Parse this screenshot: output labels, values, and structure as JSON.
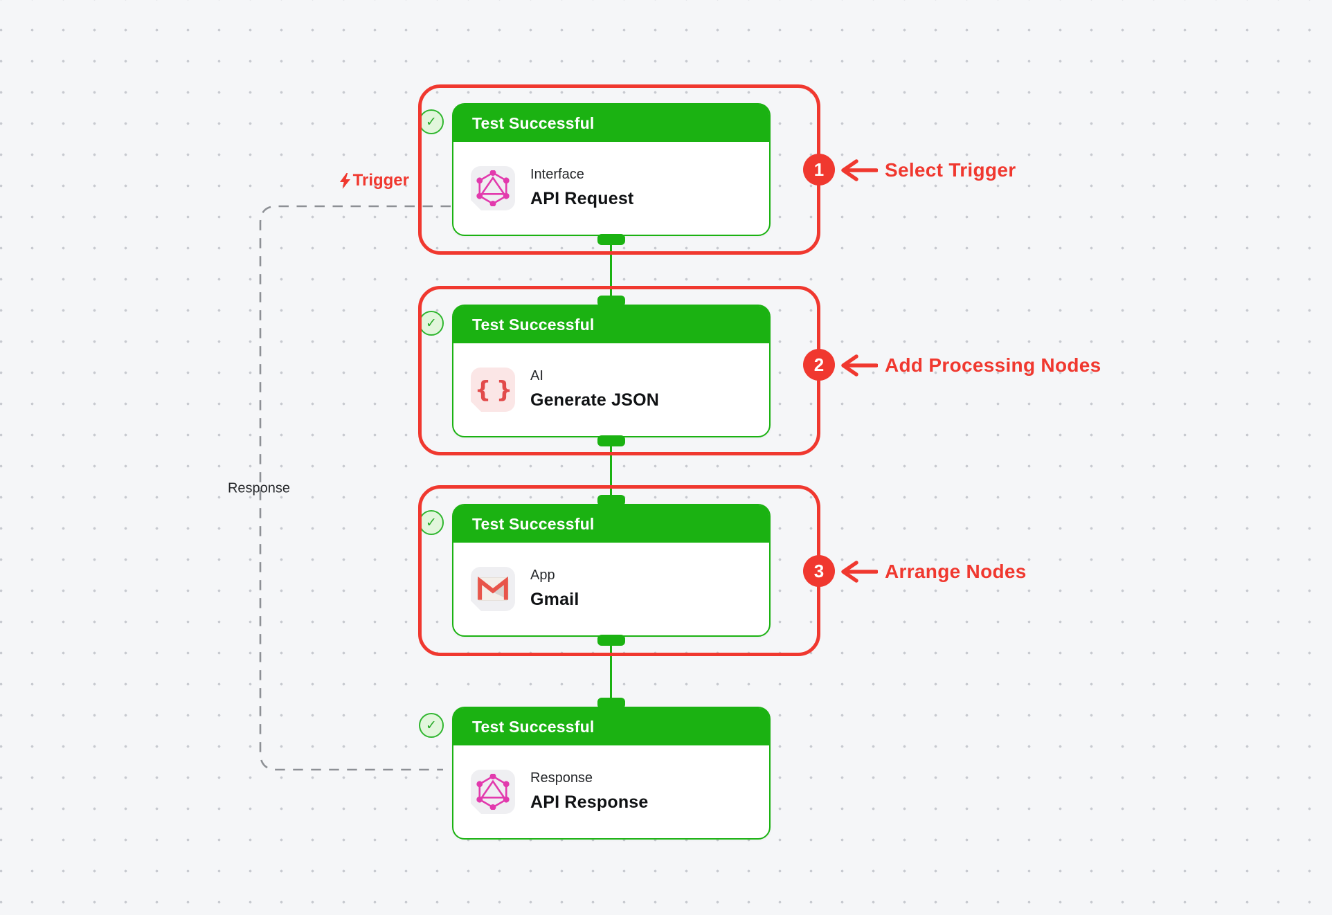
{
  "workflow": {
    "nodes": [
      {
        "status": "Test Successful",
        "category": "Interface",
        "title": "API Request",
        "icon": "graphql-icon"
      },
      {
        "status": "Test Successful",
        "category": "AI",
        "title": "Generate JSON",
        "icon": "braces-icon"
      },
      {
        "status": "Test Successful",
        "category": "App",
        "title": "Gmail",
        "icon": "gmail-icon"
      },
      {
        "status": "Test Successful",
        "category": "Response",
        "title": "API Response",
        "icon": "graphql-icon"
      }
    ],
    "edges": {
      "trigger_label": "Trigger",
      "response_label": "Response"
    },
    "glyphs": {
      "check": "✓",
      "braces": "{ }"
    }
  },
  "annotations": [
    {
      "number": "1",
      "label": "Select Trigger"
    },
    {
      "number": "2",
      "label": "Add Processing Nodes"
    },
    {
      "number": "3",
      "label": "Arrange Nodes"
    }
  ],
  "colors": {
    "green": "#1BB212",
    "check_badge_bg": "#E2F6DC",
    "annotation_red": "#F0382F",
    "graphql_pink": "#E23AAD",
    "gmail_red": "#E8554A",
    "braces_red": "#E24B4B",
    "dash_gray": "#8D9095",
    "canvas_bg": "#F5F6F8"
  }
}
